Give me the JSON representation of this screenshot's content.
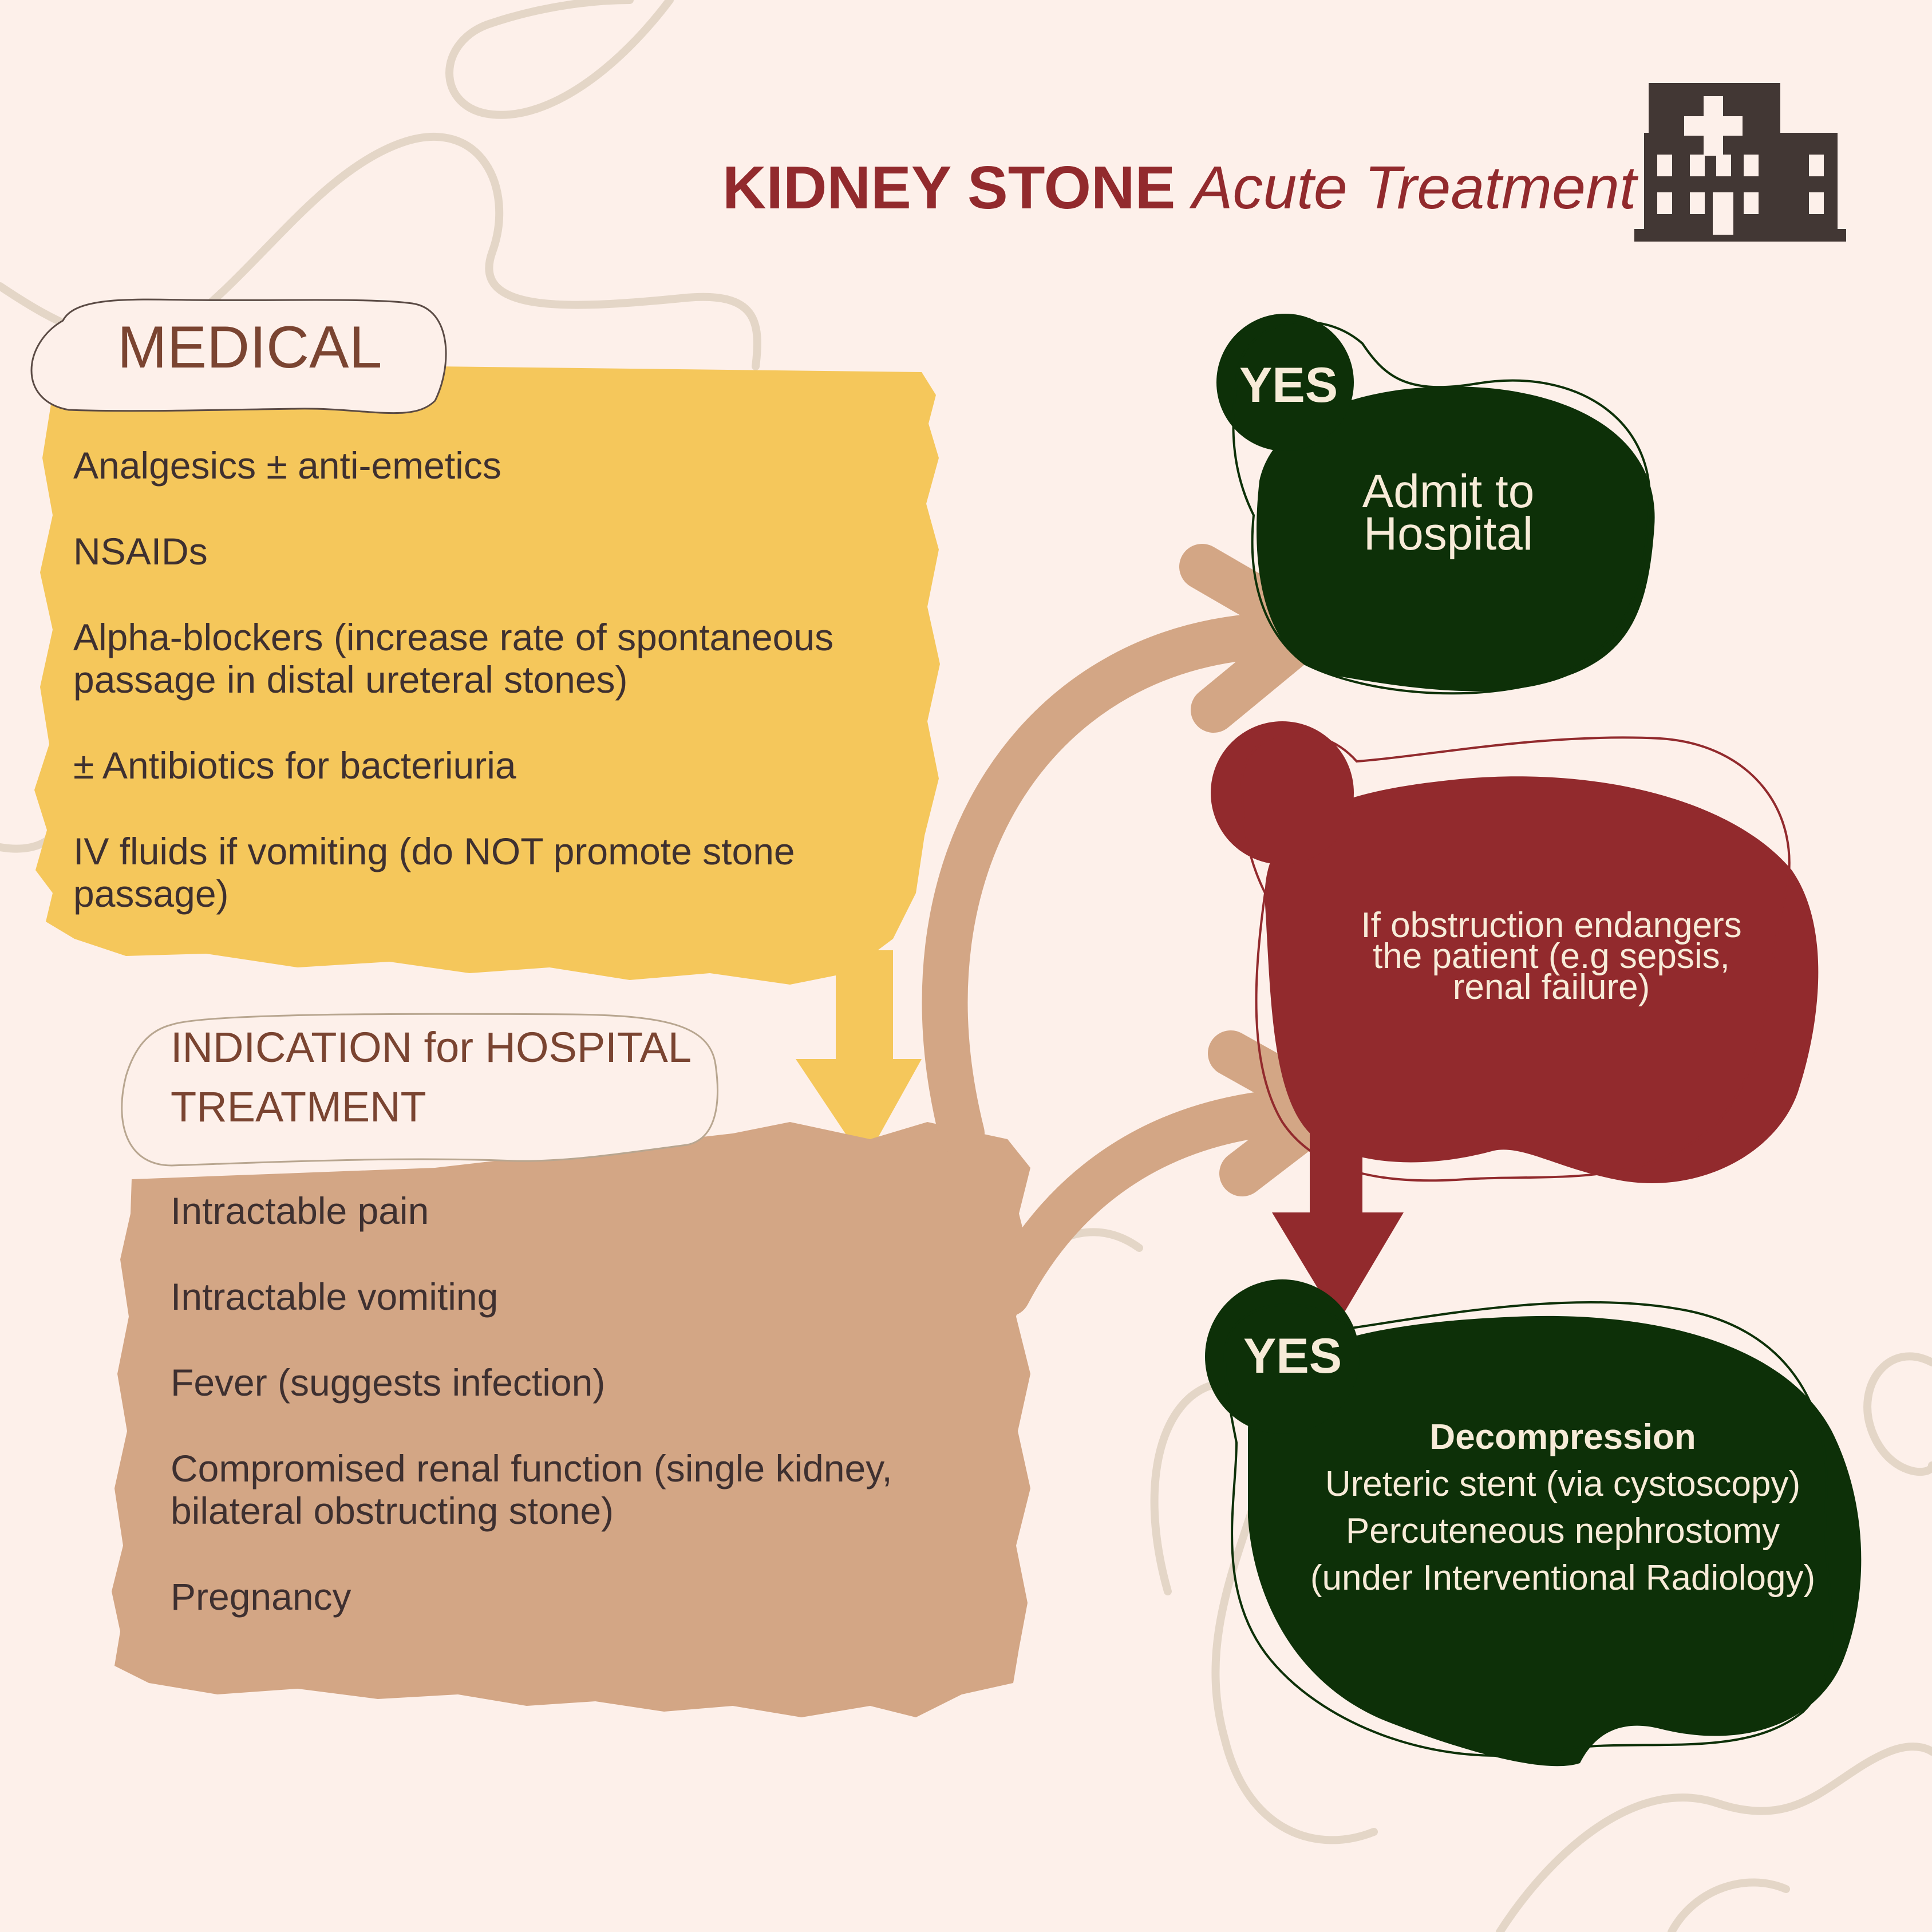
{
  "title": {
    "bold": "KIDNEY STONE",
    "italic": "Acute Treatment"
  },
  "icons": {
    "hospital": "hospital-building-icon"
  },
  "medical": {
    "label": "MEDICAL",
    "items": [
      "Analgesics ± anti-emetics",
      "NSAIDs",
      "Alpha-blockers (increase rate of spontaneous passage in distal ureteral stones)",
      "± Antibiotics for bacteriuria",
      "IV fluids if vomiting (do NOT promote stone passage)"
    ]
  },
  "indication": {
    "label_line1": "INDICATION for HOSPITAL",
    "label_line2": "TREATMENT",
    "items": [
      "Intractable pain",
      "Intractable vomiting",
      "Fever (suggests infection)",
      "Compromised renal function (single kidney, bilateral obstructing  stone)",
      "Pregnancy"
    ]
  },
  "admit": {
    "yes": "YES",
    "line1": "Admit to",
    "line2": "Hospital"
  },
  "obstruction": {
    "line1": "If obstruction endangers",
    "line2": "the patient (e.g sepsis,",
    "line3": "renal failure)"
  },
  "decompression": {
    "yes": "YES",
    "heading": "Decompression",
    "line1": "Ureteric stent (via cystoscopy)",
    "line2": "Percuteneous nephrostomy",
    "line3": "(under Interventional Radiology)"
  },
  "colors": {
    "background": "#fdf0ea",
    "title": "#922a2d",
    "medical_box": "#f5c75b",
    "indication_box": "#d3a685",
    "dark_green": "#0d3008",
    "dark_red": "#922a2d",
    "arrow_tan": "#d3a685"
  }
}
